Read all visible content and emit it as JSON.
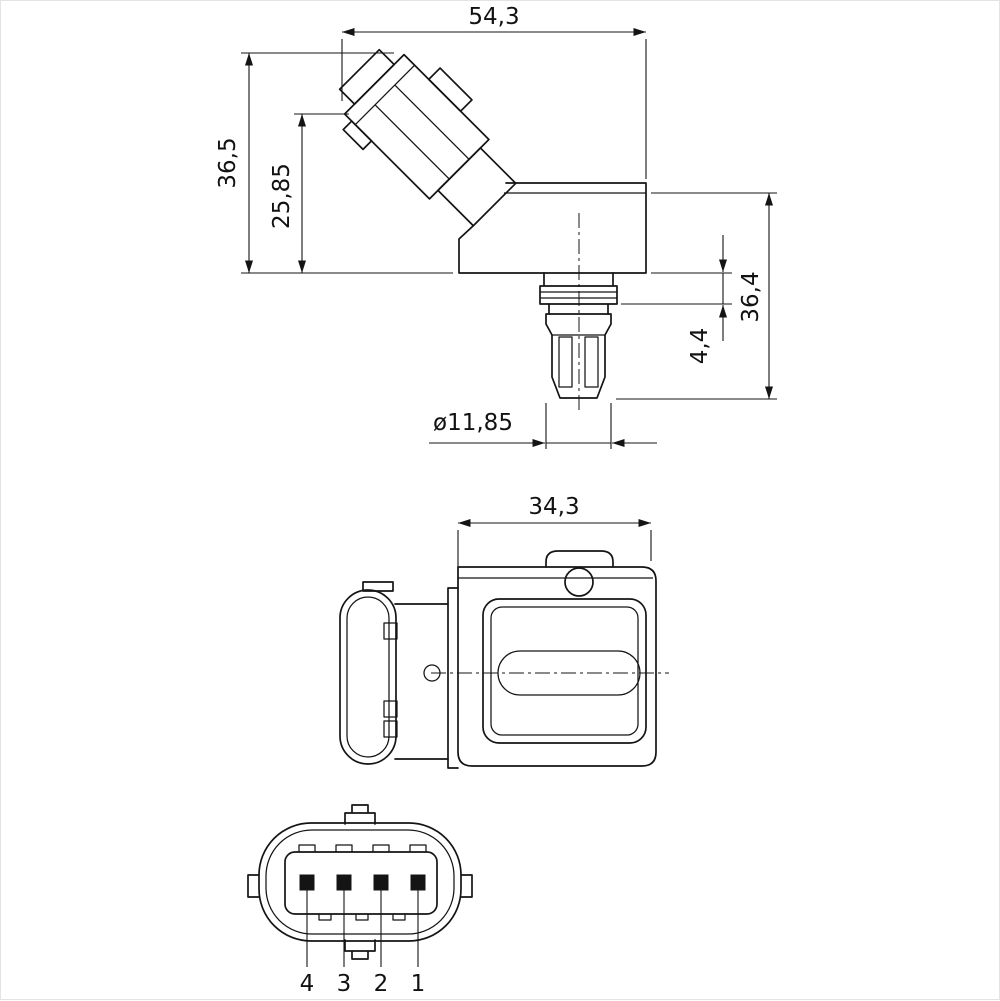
{
  "drawing": {
    "background": "#ffffff",
    "line_color": "#141414",
    "side_view": {
      "dims": {
        "overall_width": "54,3",
        "overall_height": "36,5",
        "connector_offset": "25,85",
        "body_to_tip": "36,4",
        "collar_height": "4,4",
        "port_diameter": "ø11,85"
      }
    },
    "front_view": {
      "dims": {
        "body_width": "34,3"
      }
    },
    "connector_view": {
      "pin_labels": [
        "4",
        "3",
        "2",
        "1"
      ]
    }
  }
}
